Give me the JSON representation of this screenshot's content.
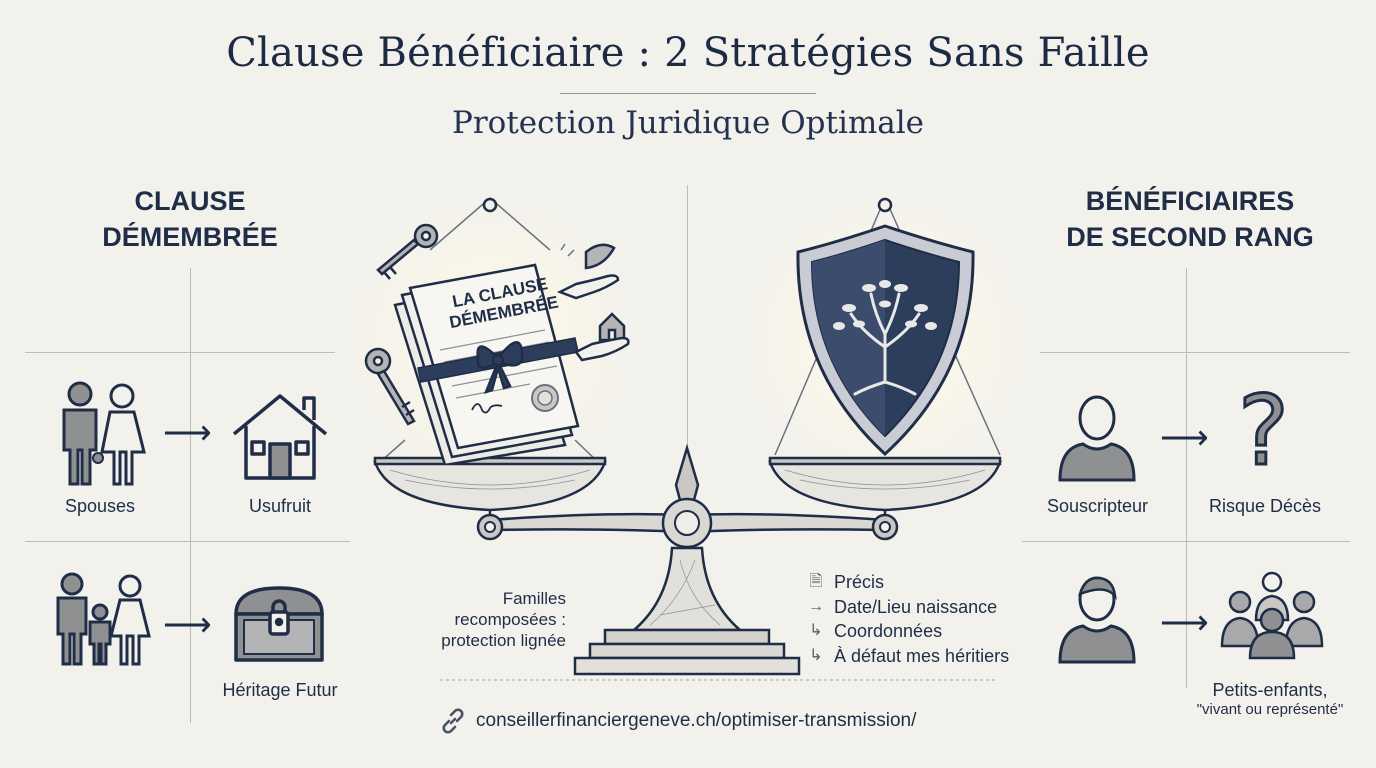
{
  "header": {
    "title": "Clause Bénéficiaire : 2 Stratégies Sans Faille",
    "subtitle": "Protection Juridique Optimale"
  },
  "left": {
    "title_line1": "CLAUSE",
    "title_line2": "DÉMEMBRÉE",
    "row1_from": "Spouses",
    "row1_to": "Usufruit",
    "row2_to": "Héritage Futur",
    "icons": [
      "couple-icon",
      "house-icon",
      "family-icon",
      "treasure-chest-icon"
    ]
  },
  "right": {
    "title_line1": "BÉNÉFICIAIRES",
    "title_line2": "DE SECOND RANG",
    "row1_from": "Souscripteur",
    "row1_to": "Risque Décès",
    "row2_to_line1": "Petits-enfants,",
    "row2_to_line2": "\"vivant ou représenté\"",
    "icons": [
      "person-icon",
      "question-mark-icon",
      "person-icon",
      "group-icon"
    ]
  },
  "center": {
    "document_line1": "LA CLAUSE",
    "document_line2": "DÉMEMBRÉE",
    "note_line1": "Familles",
    "note_line2": "recomposées :",
    "note_line3": "protection lignée",
    "checklist": [
      "Précis",
      "Date/Lieu naissance",
      "Coordonnées",
      "À défaut mes héritiers"
    ],
    "icons": [
      "scale-icon",
      "document-icon",
      "key-icon",
      "shield-tree-icon",
      "hand-house-icon"
    ]
  },
  "footer": {
    "url": "conseillerfinanciergeneve.ch/optimiser-transmission/"
  },
  "colors": {
    "ink": "#1f2d47",
    "navy_shield": "#2d3d5c",
    "background": "#f2f1ec",
    "icon_gray": "#9a9a9c"
  }
}
